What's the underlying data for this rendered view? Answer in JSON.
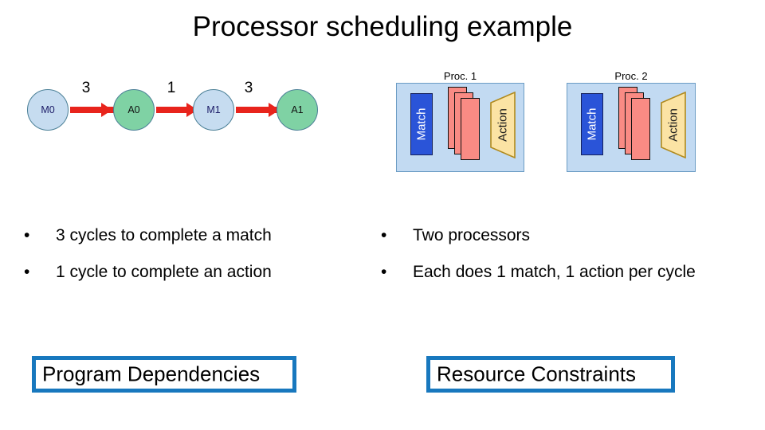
{
  "slide": {
    "title": "Processor scheduling example"
  },
  "dependency_graph": {
    "nodes": [
      {
        "id": "M0",
        "label": "M0",
        "type": "match"
      },
      {
        "id": "A0",
        "label": "A0",
        "type": "action"
      },
      {
        "id": "M1",
        "label": "M1",
        "type": "match"
      },
      {
        "id": "A1",
        "label": "A1",
        "type": "action"
      }
    ],
    "edges": [
      {
        "from": "M0",
        "to": "A0",
        "label": "3"
      },
      {
        "from": "A0",
        "to": "M1",
        "label": "1"
      },
      {
        "from": "M1",
        "to": "A1",
        "label": "3"
      }
    ]
  },
  "processors": [
    {
      "caption": "Proc. 1",
      "match_label": "Match",
      "action_label": "Action",
      "document_count": 3
    },
    {
      "caption": "Proc. 2",
      "match_label": "Match",
      "action_label": "Action",
      "document_count": 3
    }
  ],
  "left_bullets": {
    "marker": "•",
    "items": [
      "3 cycles to complete a match",
      "1 cycle to complete an action"
    ]
  },
  "right_bullets": {
    "marker": "•",
    "items": [
      "Two processors",
      "Each does 1 match, 1 action per cycle"
    ]
  },
  "callouts": {
    "left": "Program Dependencies",
    "right": "Resource Constraints"
  },
  "colors": {
    "match_node_fill": "#c6dcf0",
    "action_node_fill": "#7fd2a4",
    "node_stroke": "#4a7f96",
    "edge": "#e8241c",
    "proc_box_fill": "#c2daf2",
    "proc_box_stroke": "#6b9cc4",
    "match_block_fill": "#2a54d8",
    "document_fill": "#f98b84",
    "action_fill": "#fbe3a4",
    "action_stroke": "#b08a1e",
    "callout_border": "#1878be"
  }
}
